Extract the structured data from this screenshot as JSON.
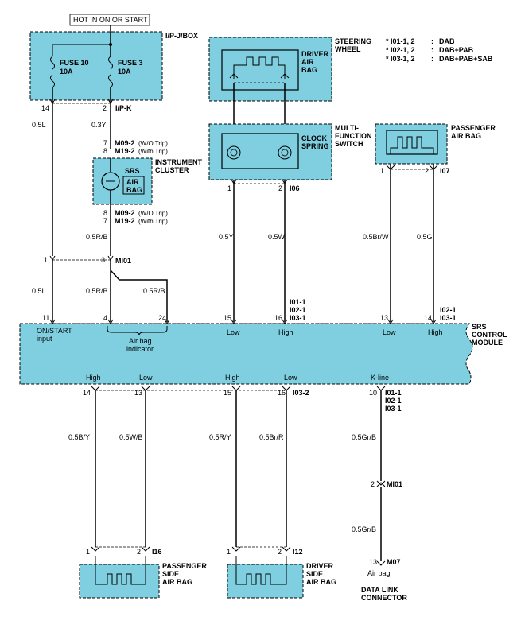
{
  "power": {
    "label": "HOT IN ON OR START"
  },
  "ipj_box": {
    "label": "I/P-J/BOX"
  },
  "fuse10": {
    "name": "FUSE  10",
    "rating": "10A"
  },
  "fuse3": {
    "name": "FUSE  3",
    "rating": "10A"
  },
  "ipk": {
    "pin_a": "14",
    "pin_b": "2",
    "label": "I/P-K"
  },
  "wires": {
    "w05L": "0.5L",
    "w03Y": "0.3Y",
    "w05RB_a": "0.5R/B",
    "w05L_b": "0.5L",
    "w05RB_b": "0.5R/B",
    "w05RB_c": "0.5R/B",
    "w05Y": "0.5Y",
    "w05W": "0.5W",
    "w05BrW": "0.5Br/W",
    "w05G": "0.5G",
    "w05BY": "0.5B/Y",
    "w05WB": "0.5W/B",
    "w05RY": "0.5R/Y",
    "w05BrR": "0.5Br/R",
    "w05GrB_a": "0.5Gr/B",
    "w05GrB_b": "0.5Gr/B"
  },
  "cluster": {
    "title": "INSTRUMENT\nCLUSTER",
    "title_l1": "INSTRUMENT",
    "title_l2": "CLUSTER",
    "srs": "SRS",
    "lamp_l1": "AIR",
    "lamp_l2": "BAG",
    "top_pin1": "7",
    "top_pin2": "8",
    "top_conn1": "M09-2",
    "top_note1": "(W/O Trip)",
    "top_conn2": "M19-2",
    "top_note2": "(With Trip)",
    "bot_pin1": "8",
    "bot_pin2": "7",
    "bot_conn1": "M09-2",
    "bot_note1": "(W/O Trip)",
    "bot_conn2": "M19-2",
    "bot_note2": "(With Trip)"
  },
  "mi01_top": {
    "pin_a": "1",
    "pin_b": "3",
    "label": "MI01"
  },
  "steering": {
    "l1": "STEERING",
    "l2": "WHEEL"
  },
  "driver_airbag": {
    "l1": "DRIVER",
    "l2": "AIR",
    "l3": "BAG"
  },
  "mfs": {
    "l1": "MULTI-",
    "l2": "FUNCTION",
    "l3": "SWITCH"
  },
  "clock_spring": {
    "l1": "CLOCK",
    "l2": "SPRING"
  },
  "i06": {
    "pin_a": "1",
    "pin_b": "2",
    "label": "I06"
  },
  "passenger": {
    "l1": "PASSENGER",
    "l2": "AIR  BAG"
  },
  "i07": {
    "pin_a": "1",
    "pin_b": "2",
    "label": "I07"
  },
  "legend": [
    {
      "mark": "*",
      "code": "I01-1,  2",
      "sep": ":",
      "value": "DAB"
    },
    {
      "mark": "*",
      "code": "I02-1,  2",
      "sep": ":",
      "value": "DAB+PAB"
    },
    {
      "mark": "*",
      "code": "I03-1,  2",
      "sep": ":",
      "value": "DAB+PAB+SAB"
    }
  ],
  "module": {
    "name_l1": "SRS",
    "name_l2": "CONTROL",
    "name_l3": "MODULE",
    "top_pins": [
      "11",
      "4",
      "24",
      "15",
      "16",
      "13",
      "14"
    ],
    "conn_mid_l1": "I01-1",
    "conn_mid_l2": "I02-1",
    "conn_mid_l3": "I03-1",
    "conn_right_l1": "I02-1",
    "conn_right_l2": "I03-1",
    "on_start_l1": "ON/START",
    "on_start_l2": "input",
    "indicator_l1": "Air bag",
    "indicator_l2": "indicator",
    "low1": "Low",
    "high1": "High",
    "low2": "Low",
    "high2": "High",
    "b_high1": "High",
    "b_low1": "Low",
    "b_high2": "High",
    "b_low2": "Low",
    "kline": "K-line",
    "bottom_pins": [
      "14",
      "13",
      "15",
      "16",
      "10"
    ],
    "i032": "I03-2",
    "conn_k_l1": "I01-1",
    "conn_k_l2": "I02-1",
    "conn_k_l3": "I03-1"
  },
  "mi01_bot": {
    "pin": "2",
    "label": "MI01"
  },
  "i16": {
    "pin_a": "1",
    "pin_b": "2",
    "label": "I16"
  },
  "i12": {
    "pin_a": "1",
    "pin_b": "2",
    "label": "I12"
  },
  "pass_side": {
    "l1": "PASSENGER",
    "l2": "SIDE",
    "l3": "AIR  BAG"
  },
  "drv_side": {
    "l1": "DRIVER",
    "l2": "SIDE",
    "l3": "AIR  BAG"
  },
  "dlc": {
    "pin": "13",
    "label": "M07",
    "sub": "Air bag",
    "l1": "DATA  LINK",
    "l2": "CONNECTOR"
  }
}
